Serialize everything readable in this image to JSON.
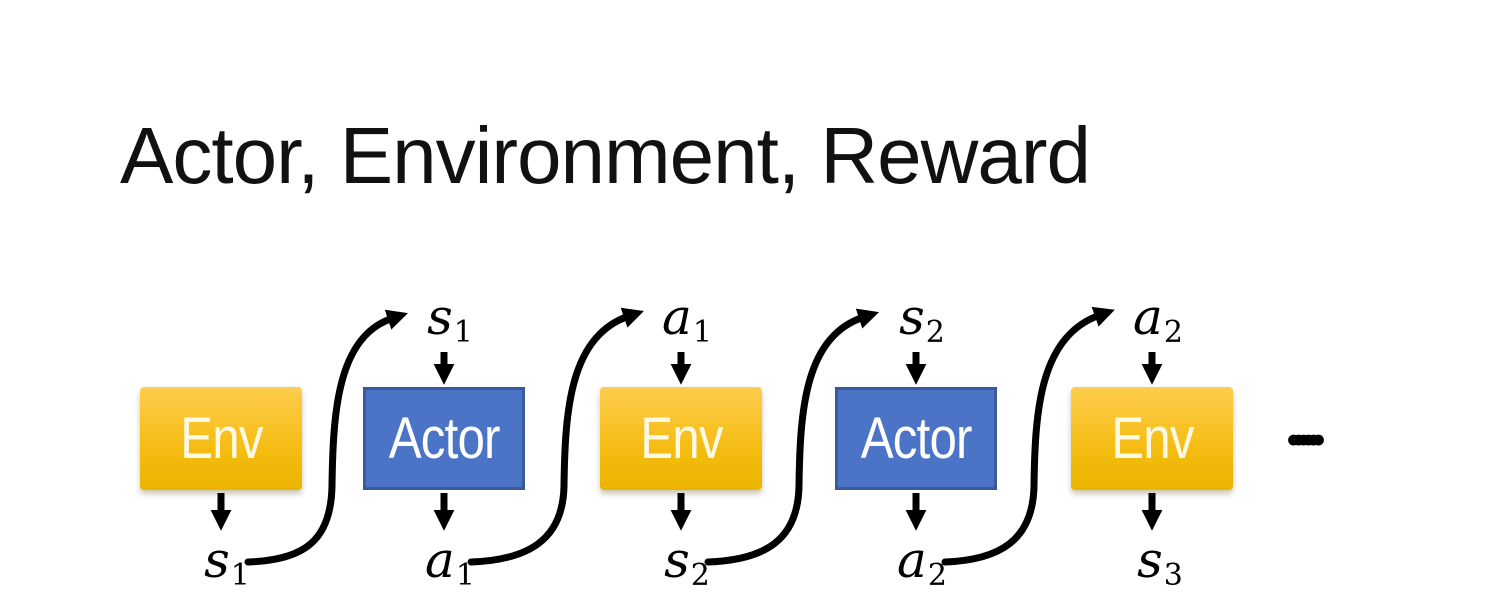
{
  "title": "Actor, Environment, Reward",
  "dots": "••••••",
  "colors": {
    "title_color": "#111111",
    "env_top": "#FFCD4F",
    "env_bottom": "#EAB400",
    "env_text": "#FFF9E3",
    "actor_fill": "#4C74C6",
    "actor_border": "#3A5A9B",
    "actor_text": "#FFFFFF",
    "arrow_color": "#000000"
  },
  "boxes": [
    {
      "label": "Env",
      "type": "env",
      "top": null,
      "bottom": {
        "letter": "s",
        "sub": "1"
      }
    },
    {
      "label": "Actor",
      "type": "actor",
      "top": {
        "letter": "s",
        "sub": "1"
      },
      "bottom": {
        "letter": "a",
        "sub": "1"
      }
    },
    {
      "label": "Env",
      "type": "env",
      "top": {
        "letter": "a",
        "sub": "1"
      },
      "bottom": {
        "letter": "s",
        "sub": "2"
      }
    },
    {
      "label": "Actor",
      "type": "actor",
      "top": {
        "letter": "s",
        "sub": "2"
      },
      "bottom": {
        "letter": "a",
        "sub": "2"
      }
    },
    {
      "label": "Env",
      "type": "env",
      "top": {
        "letter": "a",
        "sub": "2"
      },
      "bottom": {
        "letter": "s",
        "sub": "3"
      }
    }
  ]
}
